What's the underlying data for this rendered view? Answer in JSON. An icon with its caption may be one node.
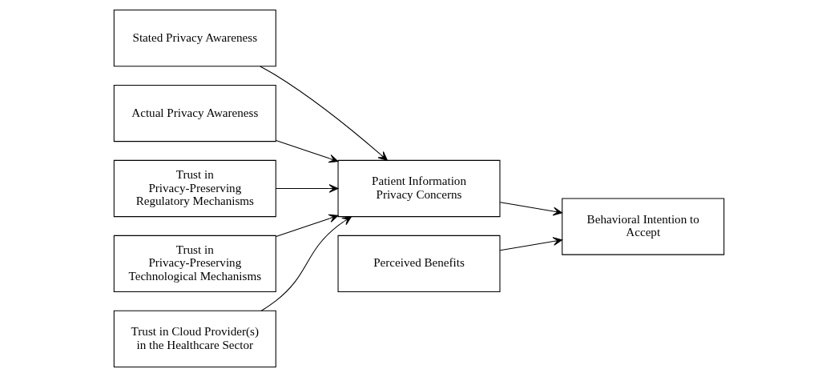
{
  "diagram": {
    "nodes": [
      {
        "text": [
          "Stated Privacy Awareness"
        ]
      },
      {
        "text": [
          "Actual Privacy Awareness"
        ]
      },
      {
        "text": [
          "Trust in Privacy-Preserving Regulatory Mechanisms"
        ]
      },
      {
        "text": [
          "Trust in Privacy-Preserving Technological Mechanisms"
        ]
      },
      {
        "text": [
          "Trust in Cloud Provider(s) in the Healthcare Sector"
        ]
      },
      {
        "text": [
          "Patient Information Privacy Concerns"
        ]
      },
      {
        "text": [
          "Behavioral Intention to Accept"
        ]
      },
      {
        "text": [
          "Perceived Benefits"
        ]
      }
    ],
    "edges": [
      {
        "from": 0,
        "to": 5,
        "arrow": "to"
      },
      {
        "from": 1,
        "to": 5,
        "arrow": "to"
      },
      {
        "from": 2,
        "to": 5,
        "arrow": "to"
      },
      {
        "from": 3,
        "to": 5,
        "arrow": "to"
      },
      {
        "from": 4,
        "to": 5,
        "arrow": "to"
      },
      {
        "from": 5,
        "to": 6,
        "arrow": "to"
      },
      {
        "from": 7,
        "to": 6,
        "arrow": "to"
      }
    ]
  }
}
